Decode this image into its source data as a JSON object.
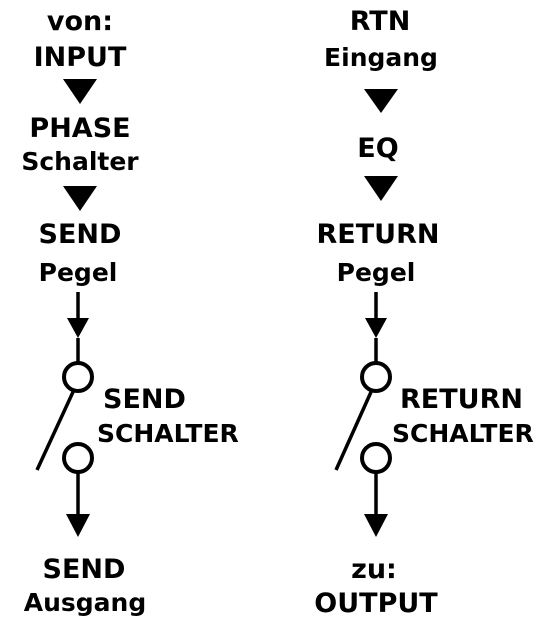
{
  "left_column": {
    "from_label": "von:",
    "input_label": "INPUT",
    "phase_label": "PHASE",
    "switch_label": "Schalter",
    "send_label": "SEND",
    "level_label": "Pegel",
    "switch_name_1": "SEND",
    "switch_name_2": "SCHALTER",
    "out_title": "SEND",
    "out_sub": "Ausgang"
  },
  "right_column": {
    "rtn_label": "RTN",
    "input_label": "Eingang",
    "eq_label": "EQ",
    "return_label": "RETURN",
    "level_label": "Pegel",
    "switch_name_1": "RETURN",
    "switch_name_2": "SCHALTER",
    "to_label": "zu:",
    "output_label": "OUTPUT"
  }
}
